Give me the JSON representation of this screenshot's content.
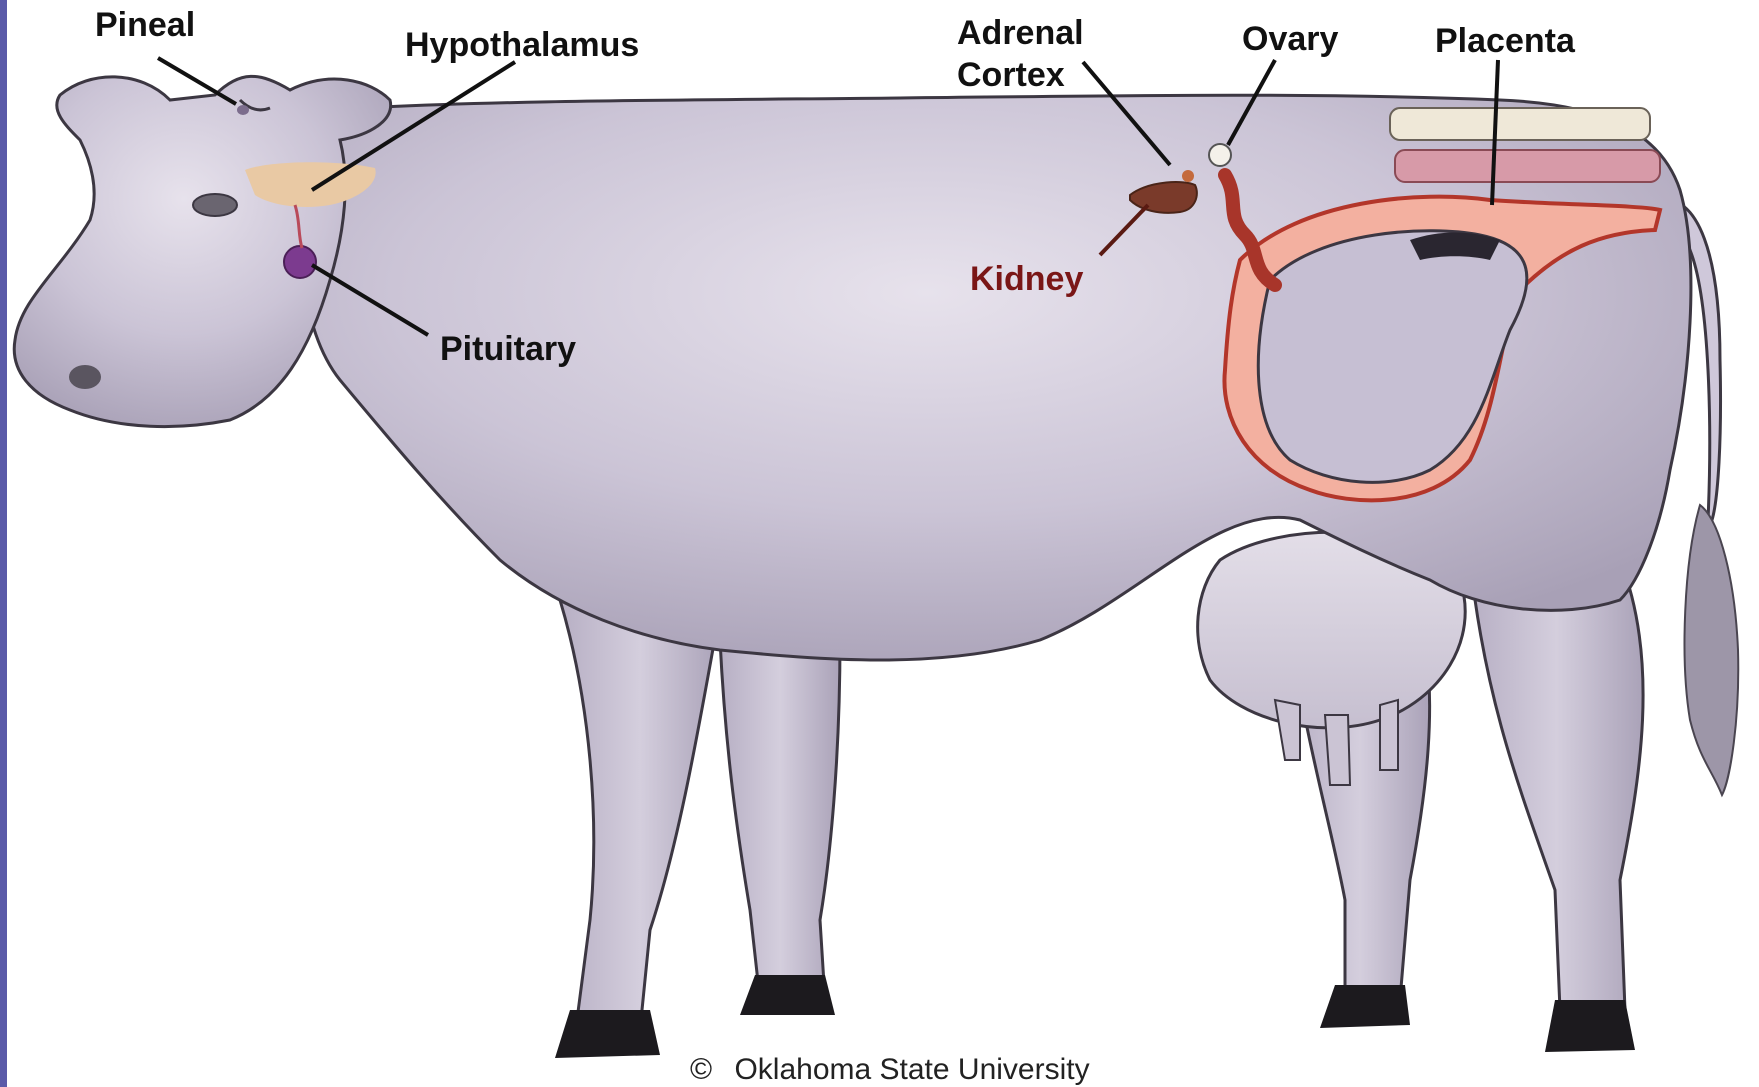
{
  "labels": {
    "pineal": "Pineal",
    "hypothalamus": "Hypothalamus",
    "adrenal_cortex_line1": "Adrenal",
    "adrenal_cortex_line2": "Cortex",
    "ovary": "Ovary",
    "placenta": "Placenta",
    "kidney": "Kidney",
    "pituitary": "Pituitary"
  },
  "credit": {
    "symbol": "©",
    "text": "Oklahoma State University"
  },
  "colors": {
    "cow_body": "#c9c2d3",
    "cow_shadow": "#a59db3",
    "outline": "#3c3742",
    "hoof": "#1c1a1e",
    "uterus_fill": "#f0a090",
    "uterus_line": "#b3362a",
    "kidney": "#7a3a2a",
    "hypothalamus": "#e9c9a4",
    "pituitary": "#7c3b8f",
    "spine": "#efe8d8",
    "left_bar": "#5a5aa8"
  }
}
